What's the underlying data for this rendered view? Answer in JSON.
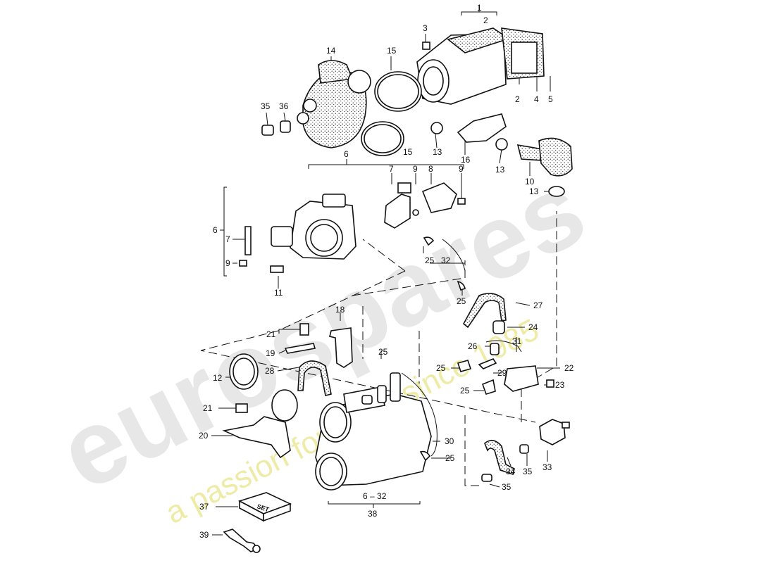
{
  "watermark": {
    "brand": "eurospares",
    "tagline": "a passion for parts since 1985"
  },
  "set_box_label": "SET",
  "labels": {
    "l1": "1",
    "l2a": "2",
    "l2b": "2",
    "l3": "3",
    "l4": "4",
    "l5": "5",
    "l6a": "6",
    "l6b": "6",
    "l7a": "7",
    "l7b": "7",
    "l8": "8",
    "l9a": "9",
    "l9b": "9",
    "l9c": "9",
    "l10": "10",
    "l11": "11",
    "l12": "12",
    "l13a": "13",
    "l13b": "13",
    "l13c": "13",
    "l14": "14",
    "l15a": "15",
    "l15b": "15",
    "l16": "16",
    "l18": "18",
    "l19": "19",
    "l20": "20",
    "l21a": "21",
    "l21b": "21",
    "l22": "22",
    "l23": "23",
    "l24": "24",
    "l25a": "25",
    "l25b": "25",
    "l25c": "25",
    "l25d": "25",
    "l25e": "25",
    "l25f": "25",
    "l26": "26",
    "l27": "27",
    "l28": "28",
    "l29": "29",
    "l30": "30",
    "l31": "31",
    "l32": "32",
    "l33": "33",
    "l34": "34",
    "l35a": "35",
    "l35b": "35",
    "l35c": "35",
    "l36": "36",
    "l37": "37",
    "l38": "38",
    "l39": "39",
    "l632": "6 – 32"
  }
}
